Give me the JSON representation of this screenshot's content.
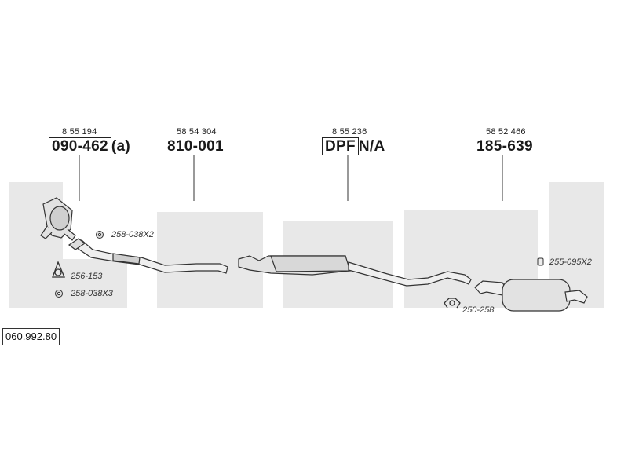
{
  "watermark": {
    "color": "#e6e6e6"
  },
  "parts": [
    {
      "oem": "8 55 194",
      "number": "090-462",
      "boxed": true,
      "suffix": "(a)"
    },
    {
      "oem": "58 54 304",
      "number": "810-001",
      "boxed": false,
      "suffix": ""
    },
    {
      "oem": "8 55 236",
      "number": "DPF",
      "boxed": true,
      "suffix": "N/A"
    },
    {
      "oem": "58 52 466",
      "number": "185-639",
      "boxed": false,
      "suffix": ""
    }
  ],
  "accessories": {
    "nut_a": "258-038X2",
    "gasket": "256-153",
    "nut_b": "258-038X3",
    "clamp": "255-095X2",
    "hanger": "250-258"
  },
  "reference": "060.992.80",
  "colors": {
    "line": "#555555",
    "part_fill": "#e2e2e2",
    "part_stroke": "#333333"
  }
}
